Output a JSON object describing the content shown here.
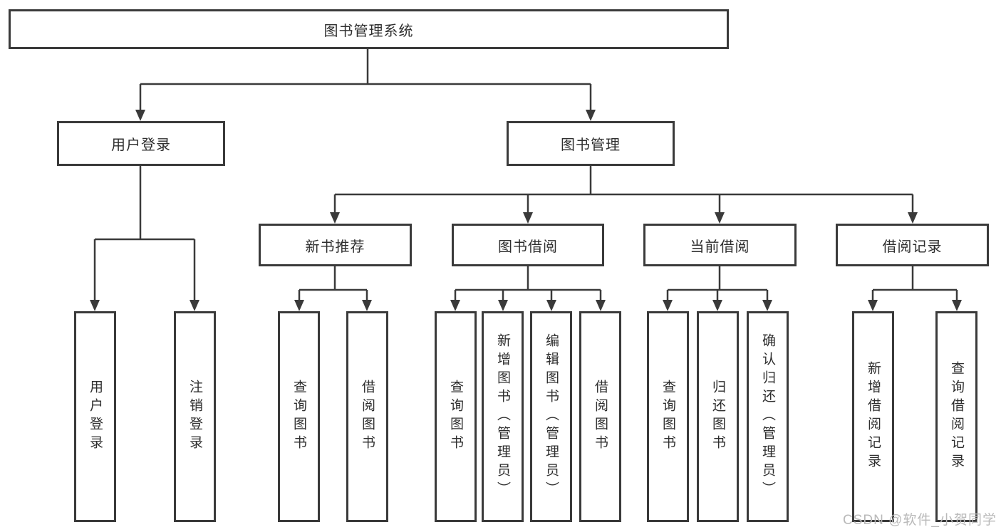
{
  "diagram": {
    "title": "图书管理系统",
    "type": "hierarchy-tree"
  },
  "nodes": {
    "root": {
      "label": "图书管理系统"
    },
    "user_login": {
      "label": "用户登录"
    },
    "book_management": {
      "label": "图书管理"
    },
    "new_book_recommend": {
      "label": "新书推荐"
    },
    "book_borrow": {
      "label": "图书借阅"
    },
    "current_borrow": {
      "label": "当前借阅"
    },
    "borrow_records": {
      "label": "借阅记录"
    },
    "leaf_user_login": {
      "label": "用户登录"
    },
    "leaf_logout": {
      "label": "注销登录"
    },
    "leaf_nbr_query_books": {
      "label": "查询图书"
    },
    "leaf_nbr_borrow_books": {
      "label": "借阅图书"
    },
    "leaf_bb_query_books": {
      "label": "查询图书"
    },
    "leaf_bb_add_books": {
      "label": "新增图书（管理员）"
    },
    "leaf_bb_edit_books": {
      "label": "编辑图书（管理员）"
    },
    "leaf_bb_borrow_books": {
      "label": "借阅图书"
    },
    "leaf_cb_query_books": {
      "label": "查询图书"
    },
    "leaf_cb_return_books": {
      "label": "归还图书"
    },
    "leaf_cb_confirm_return": {
      "label": "确认归还（管理员）"
    },
    "leaf_br_add_record": {
      "label": "新增借阅记录"
    },
    "leaf_br_query_record": {
      "label": "查询借阅记录"
    }
  },
  "watermark": "CSDN @软件_小贺同学",
  "colors": {
    "line": "#3a3a3a",
    "box_border": "#3a3a3a",
    "text": "#2e2e2e",
    "watermark": "#b9b9b9",
    "background": "#ffffff"
  }
}
